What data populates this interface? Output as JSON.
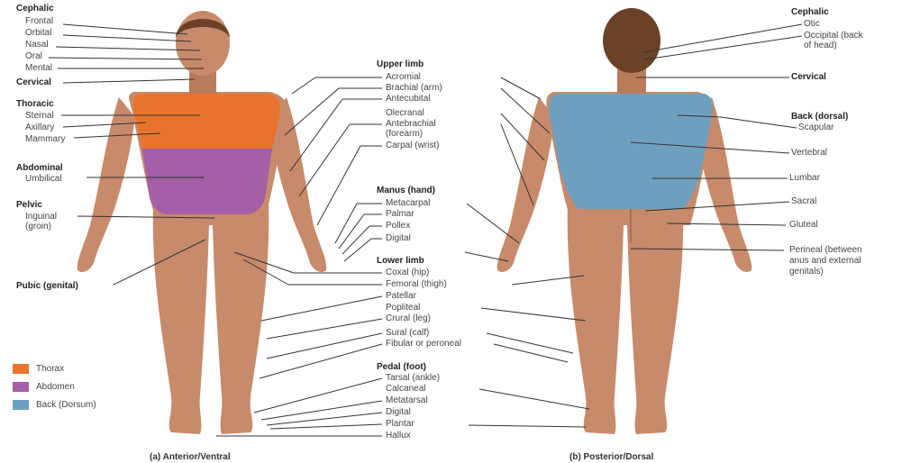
{
  "colors": {
    "thorax": "#e8732d",
    "abdomen": "#a45fa6",
    "back": "#6f9fbf",
    "skin": "#c78a6a",
    "hair": "#6b4128",
    "line": "#333333"
  },
  "anterior": {
    "cephalic": "Cephalic",
    "frontal": "Frontal",
    "orbital": "Orbital",
    "nasal": "Nasal",
    "oral": "Oral",
    "mental": "Mental",
    "cervical": "Cervical",
    "thoracic": "Thoracic",
    "sternal": "Sternal",
    "axillary": "Axillary",
    "mammary": "Mammary",
    "abdominal": "Abdominal",
    "umbilical": "Umbilical",
    "pelvic": "Pelvic",
    "inguinal": "Inguinal",
    "groin": "(groin)",
    "pubic": "Pubic (genital)"
  },
  "middle": {
    "upper_limb": "Upper limb",
    "acromial": "Acromial",
    "brachial": "Brachial (arm)",
    "antecubital": "Antecubital",
    "olecranal": "Olecranal",
    "antebrachial": "Antebrachial",
    "forearm": "(forearm)",
    "carpal": "Carpal (wrist)",
    "manus": "Manus (hand)",
    "metacarpal": "Metacarpal",
    "palmar": "Palmar",
    "pollex": "Pollex",
    "digital_hand": "Digital",
    "lower_limb": "Lower limb",
    "coxal": "Coxal (hip)",
    "femoral": "Femoral (thigh)",
    "patellar": "Patellar",
    "popliteal": "Popliteal",
    "crural": "Crural (leg)",
    "sural": "Sural (calf)",
    "fibular": "Fibular or peroneal",
    "pedal": "Pedal (foot)",
    "tarsal": "Tarsal (ankle)",
    "calcaneal": "Calcaneal",
    "metatarsal": "Metatarsal",
    "digital_foot": "Digital",
    "plantar": "Plantar",
    "hallux": "Hallux"
  },
  "posterior": {
    "cephalic": "Cephalic",
    "otic": "Otic",
    "occipital": "Occipital (back",
    "occipital2": "of head)",
    "cervical": "Cervical",
    "back": "Back (dorsal)",
    "scapular": "Scapular",
    "vertebral": "Vertebral",
    "lumbar": "Lumbar",
    "sacral": "Sacral",
    "gluteal": "Gluteal",
    "perineal1": "Perineal (between",
    "perineal2": "anus and external",
    "perineal3": "genitals)"
  },
  "legend": [
    {
      "label": "Thorax",
      "color": "#e8732d"
    },
    {
      "label": "Abdomen",
      "color": "#a45fa6"
    },
    {
      "label": "Back (Dorsum)",
      "color": "#6f9fbf"
    }
  ],
  "captions": {
    "anterior": "(a) Anterior/Ventral",
    "posterior": "(b) Posterior/Dorsal"
  }
}
